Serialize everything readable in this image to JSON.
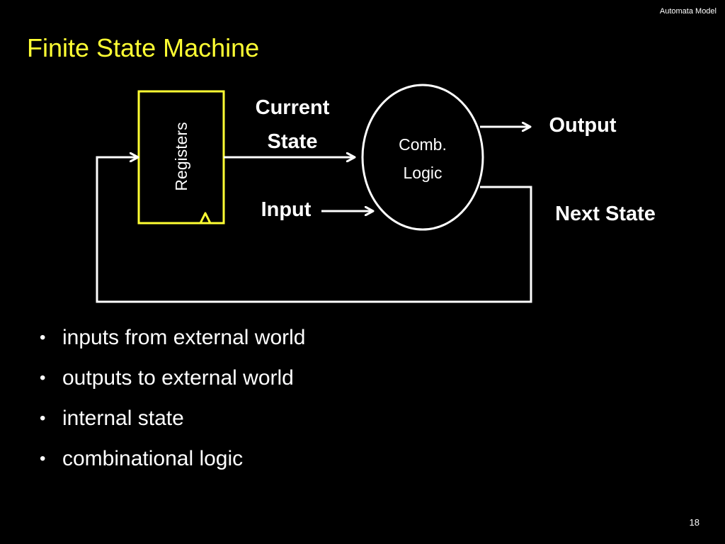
{
  "slide": {
    "header": "Automata Model",
    "title": "Finite State Machine",
    "page_number": "18"
  },
  "diagram": {
    "registers_label": "Registers",
    "logic_label_line1": "Comb.",
    "logic_label_line2": "Logic",
    "current_state_line1": "Current",
    "current_state_line2": "State",
    "input_label": "Input",
    "output_label": "Output",
    "next_state_label": "Next State"
  },
  "bullets": [
    "inputs from external world",
    "outputs to external world",
    "internal state",
    "combinational logic"
  ],
  "colors": {
    "background": "#000000",
    "title": "#ffff33",
    "register_box": "#ffff33",
    "lines": "#ffffff"
  }
}
